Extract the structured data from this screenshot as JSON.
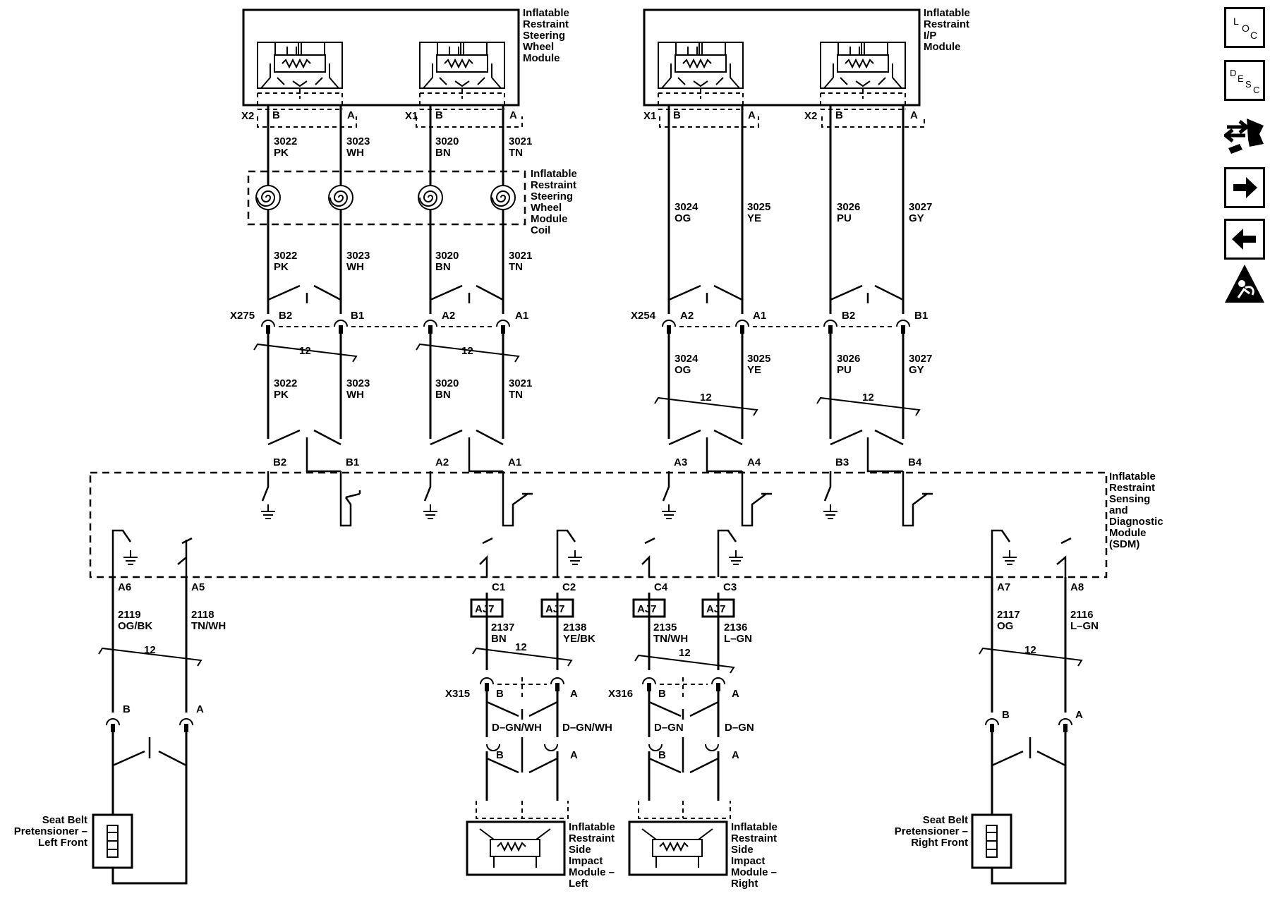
{
  "modules": {
    "sw_module": [
      "Inflatable",
      "Restraint",
      "Steering",
      "Wheel",
      "Module"
    ],
    "ip_module": [
      "Inflatable",
      "Restraint",
      "I/P",
      "Module"
    ],
    "coil": [
      "Inflatable",
      "Restraint",
      "Steering",
      "Wheel",
      "Module",
      "Coil"
    ],
    "sdm": [
      "Inflatable",
      "Restraint",
      "Sensing",
      "and",
      "Diagnostic",
      "Module",
      "(SDM)"
    ],
    "side_left": [
      "Inflatable",
      "Restraint",
      "Side",
      "Impact",
      "Module –",
      "Left"
    ],
    "side_right": [
      "Inflatable",
      "Restraint",
      "Side",
      "Impact",
      "Module –",
      "Right"
    ],
    "pret_left": [
      "Seat Belt",
      "Pretensioner –",
      "Left Front"
    ],
    "pret_right": [
      "Seat Belt",
      "Pretensioner –",
      "Right Front"
    ]
  },
  "connectors": {
    "x2": "X2",
    "x1": "X1",
    "x1b": "X1",
    "x2b": "X2",
    "x275": "X275",
    "x254": "X254",
    "x315": "X315",
    "x316": "X316"
  },
  "pins": {
    "A": "A",
    "B": "B",
    "A1": "A1",
    "A2": "A2",
    "B1": "B1",
    "B2": "B2",
    "A3": "A3",
    "A4": "A4",
    "B3": "B3",
    "B4": "B4",
    "A5": "A5",
    "A6": "A6",
    "A7": "A7",
    "A8": "A8",
    "C1": "C1",
    "C2": "C2",
    "C3": "C3",
    "C4": "C4"
  },
  "wires": {
    "w3022": {
      "num": "3022",
      "color": "PK"
    },
    "w3023": {
      "num": "3023",
      "color": "WH"
    },
    "w3020": {
      "num": "3020",
      "color": "BN"
    },
    "w3021": {
      "num": "3021",
      "color": "TN"
    },
    "w3024": {
      "num": "3024",
      "color": "OG"
    },
    "w3025": {
      "num": "3025",
      "color": "YE"
    },
    "w3026": {
      "num": "3026",
      "color": "PU"
    },
    "w3027": {
      "num": "3027",
      "color": "GY"
    },
    "w2119": {
      "num": "2119",
      "color": "OG/BK"
    },
    "w2118": {
      "num": "2118",
      "color": "TN/WH"
    },
    "w2137": {
      "num": "2137",
      "color": "BN"
    },
    "w2138": {
      "num": "2138",
      "color": "YE/BK"
    },
    "w2135": {
      "num": "2135",
      "color": "TN/WH"
    },
    "w2136": {
      "num": "2136",
      "color": "L–GN"
    },
    "w2117": {
      "num": "2117",
      "color": "OG"
    },
    "w2116": {
      "num": "2116",
      "color": "L–GN"
    }
  },
  "twist_label": "12",
  "dgnwh": "D–GN/WH",
  "dgn": "D–GN",
  "aj7": "AJ7",
  "nav": {
    "loc": [
      "L",
      "O",
      "C"
    ],
    "desc": [
      "D",
      "E",
      "S",
      "C"
    ]
  }
}
